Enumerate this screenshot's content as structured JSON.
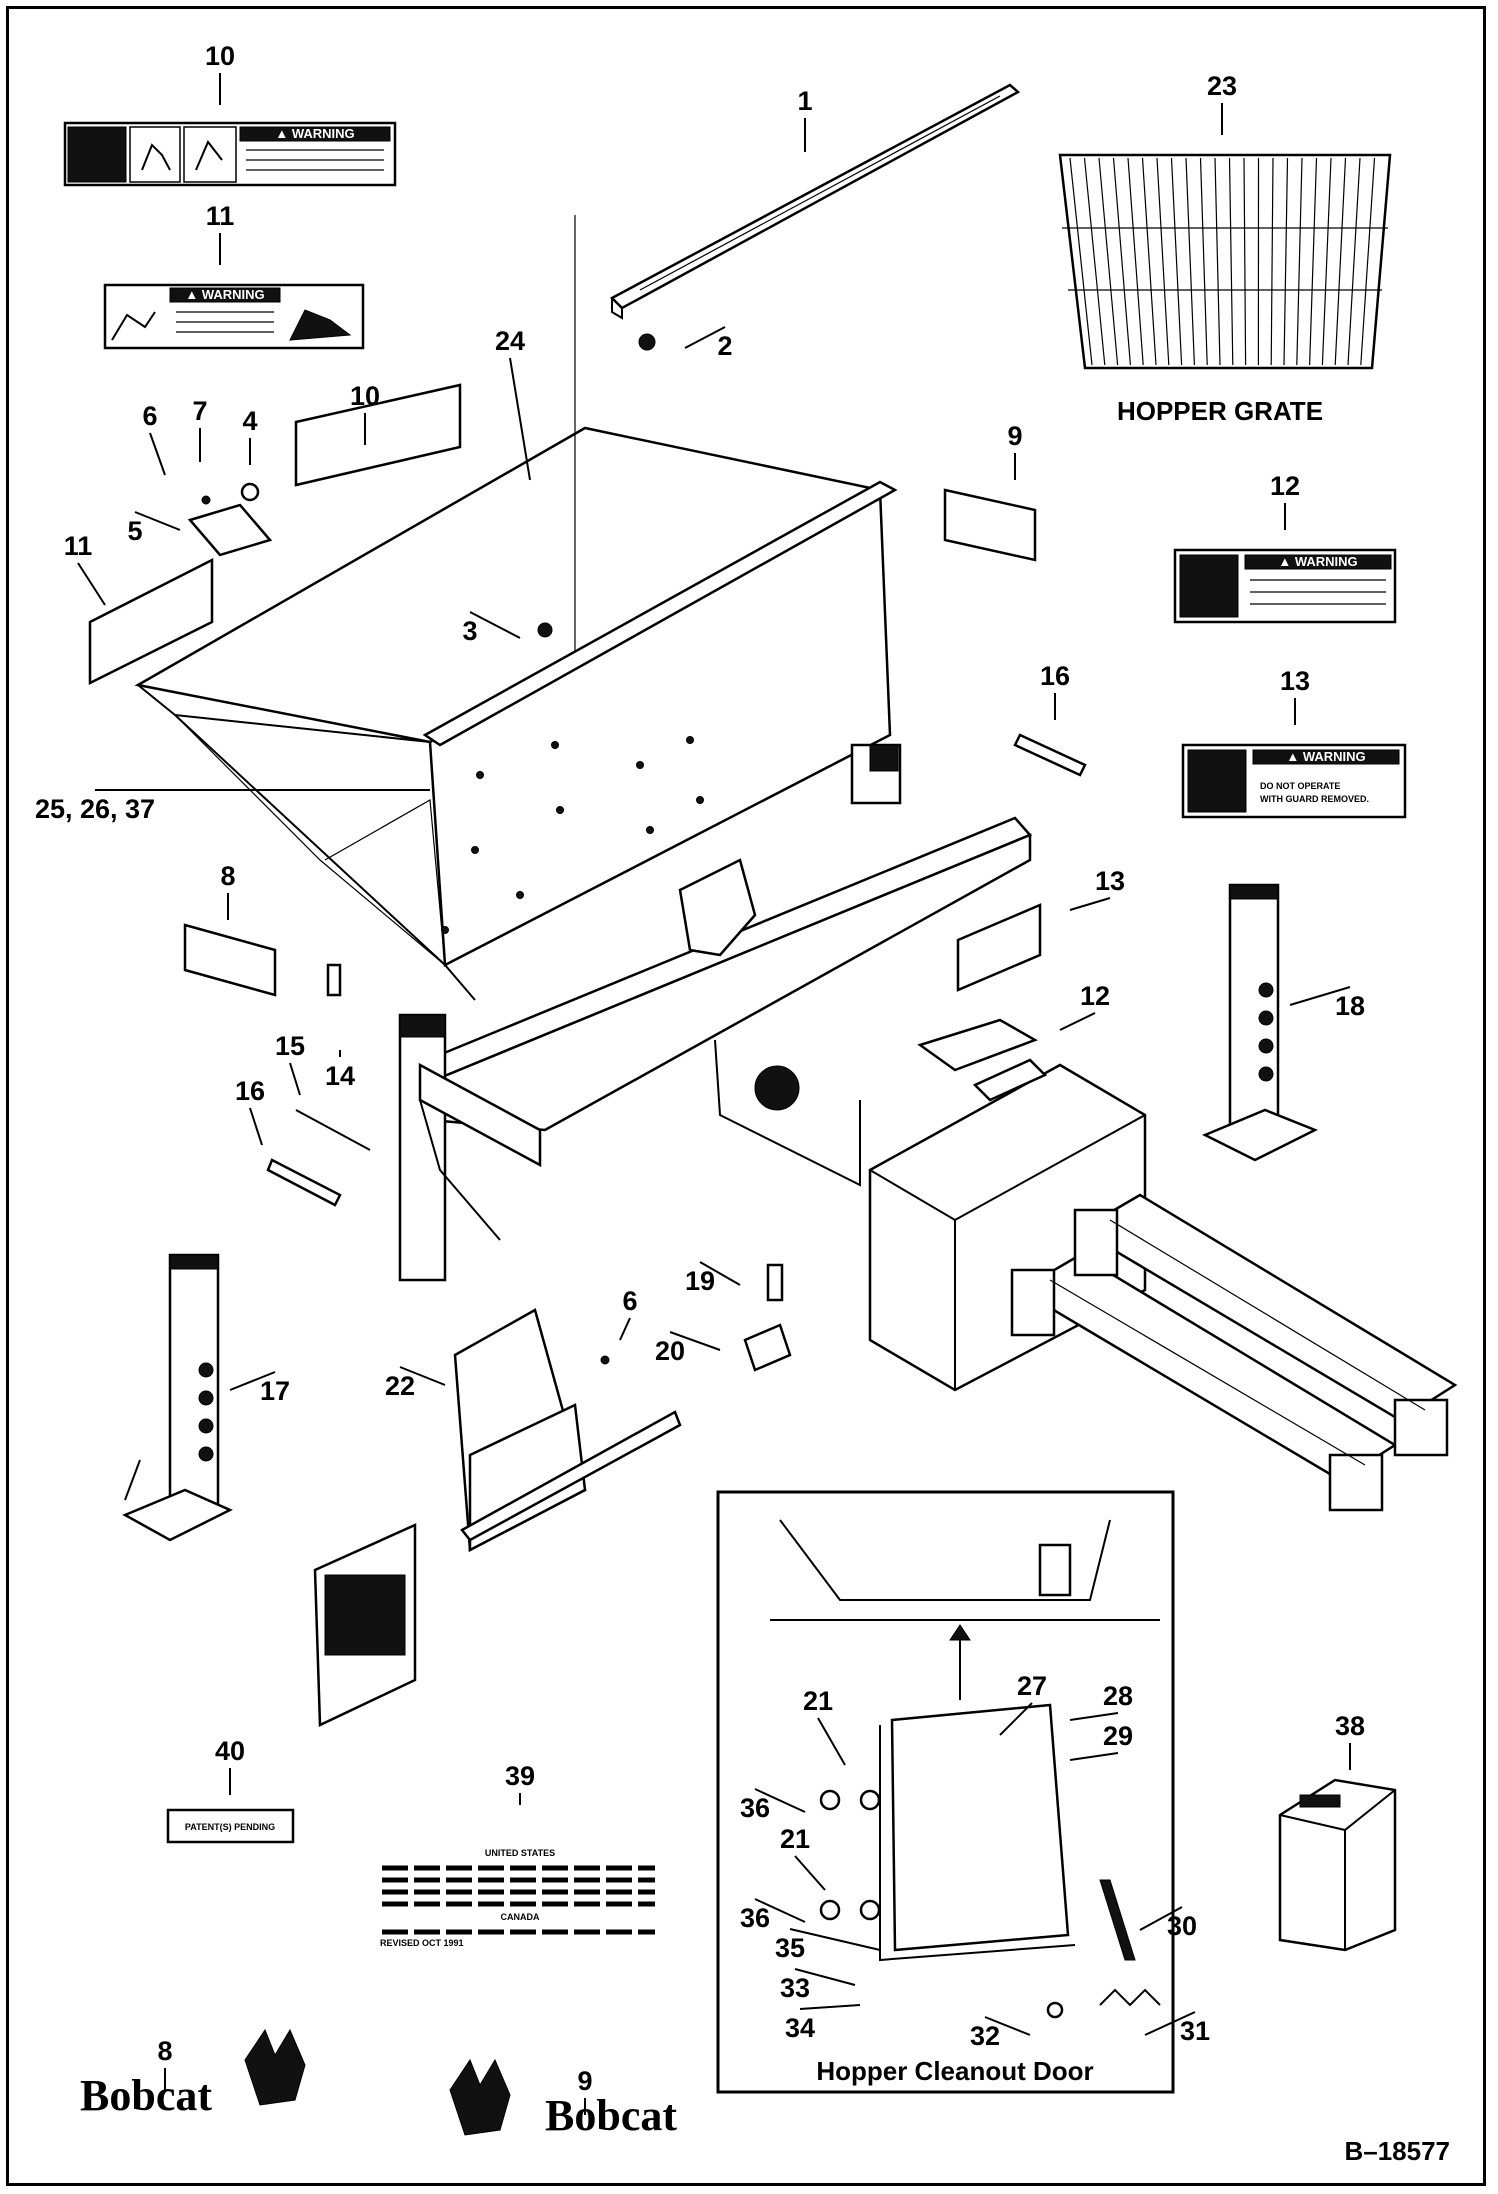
{
  "drawing_id": "B–18577",
  "captions": {
    "hopper_grate": "HOPPER GRATE",
    "cleanout_door": "Hopper Cleanout Door"
  },
  "decals": {
    "warning_word": "▲ WARNING",
    "decal13_line1": "DO NOT OPERATE",
    "decal13_line2": "WITH GUARD REMOVED.",
    "decal40_text": "PATENT(S) PENDING",
    "decal39_country1": "UNITED STATES",
    "decal39_country2": "CANADA",
    "decal39_revised": "REVISED OCT 1991",
    "brand": "Bobcat"
  },
  "callouts": [
    {
      "num": "1",
      "id": 1
    },
    {
      "num": "2",
      "id": 2
    },
    {
      "num": "3",
      "id": 3
    },
    {
      "num": "4",
      "id": 4
    },
    {
      "num": "5",
      "id": 5
    },
    {
      "num": "6",
      "id": 6
    },
    {
      "num": "6",
      "id": 61
    },
    {
      "num": "7",
      "id": 7
    },
    {
      "num": "8",
      "id": 8
    },
    {
      "num": "8",
      "id": 81
    },
    {
      "num": "9",
      "id": 9
    },
    {
      "num": "9",
      "id": 91
    },
    {
      "num": "10",
      "id": 10
    },
    {
      "num": "10",
      "id": 101
    },
    {
      "num": "11",
      "id": 11
    },
    {
      "num": "11",
      "id": 111
    },
    {
      "num": "12",
      "id": 12
    },
    {
      "num": "12",
      "id": 121
    },
    {
      "num": "13",
      "id": 13
    },
    {
      "num": "13",
      "id": 131
    },
    {
      "num": "14",
      "id": 14
    },
    {
      "num": "15",
      "id": 15
    },
    {
      "num": "16",
      "id": 16
    },
    {
      "num": "16",
      "id": 161
    },
    {
      "num": "17",
      "id": 17
    },
    {
      "num": "18",
      "id": 18
    },
    {
      "num": "19",
      "id": 19
    },
    {
      "num": "20",
      "id": 20
    },
    {
      "num": "21",
      "id": 21
    },
    {
      "num": "21",
      "id": 211
    },
    {
      "num": "22",
      "id": 22
    },
    {
      "num": "23",
      "id": 23
    },
    {
      "num": "24",
      "id": 24
    },
    {
      "num": "25, 26, 37",
      "id": 25
    },
    {
      "num": "27",
      "id": 27
    },
    {
      "num": "28",
      "id": 28
    },
    {
      "num": "29",
      "id": 29
    },
    {
      "num": "30",
      "id": 30
    },
    {
      "num": "31",
      "id": 31
    },
    {
      "num": "32",
      "id": 32
    },
    {
      "num": "33",
      "id": 33
    },
    {
      "num": "34",
      "id": 34
    },
    {
      "num": "35",
      "id": 35
    },
    {
      "num": "36",
      "id": 36
    },
    {
      "num": "36",
      "id": 361
    },
    {
      "num": "38",
      "id": 38
    },
    {
      "num": "39",
      "id": 39
    },
    {
      "num": "40",
      "id": 40
    }
  ]
}
